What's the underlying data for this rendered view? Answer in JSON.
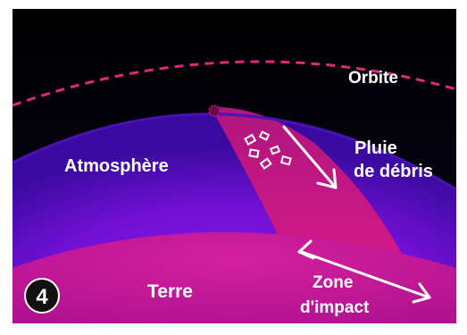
{
  "step_number": "4",
  "labels": {
    "orbit": "Orbite",
    "atmosphere": "Atmosphère",
    "debris_rain_line1": "Pluie",
    "debris_rain_line2": "de débris",
    "earth": "Terre",
    "impact_zone_line1": "Zone",
    "impact_zone_line2": "d'impact"
  },
  "colors": {
    "space": "#000000",
    "atmosphere": "#7a10d8",
    "atmosphere_edge": "#3a0aa0",
    "debris_band": "#d01a86",
    "earth": "#c4189a",
    "orbit_line": "#e0267f",
    "label": "#ffffff"
  }
}
